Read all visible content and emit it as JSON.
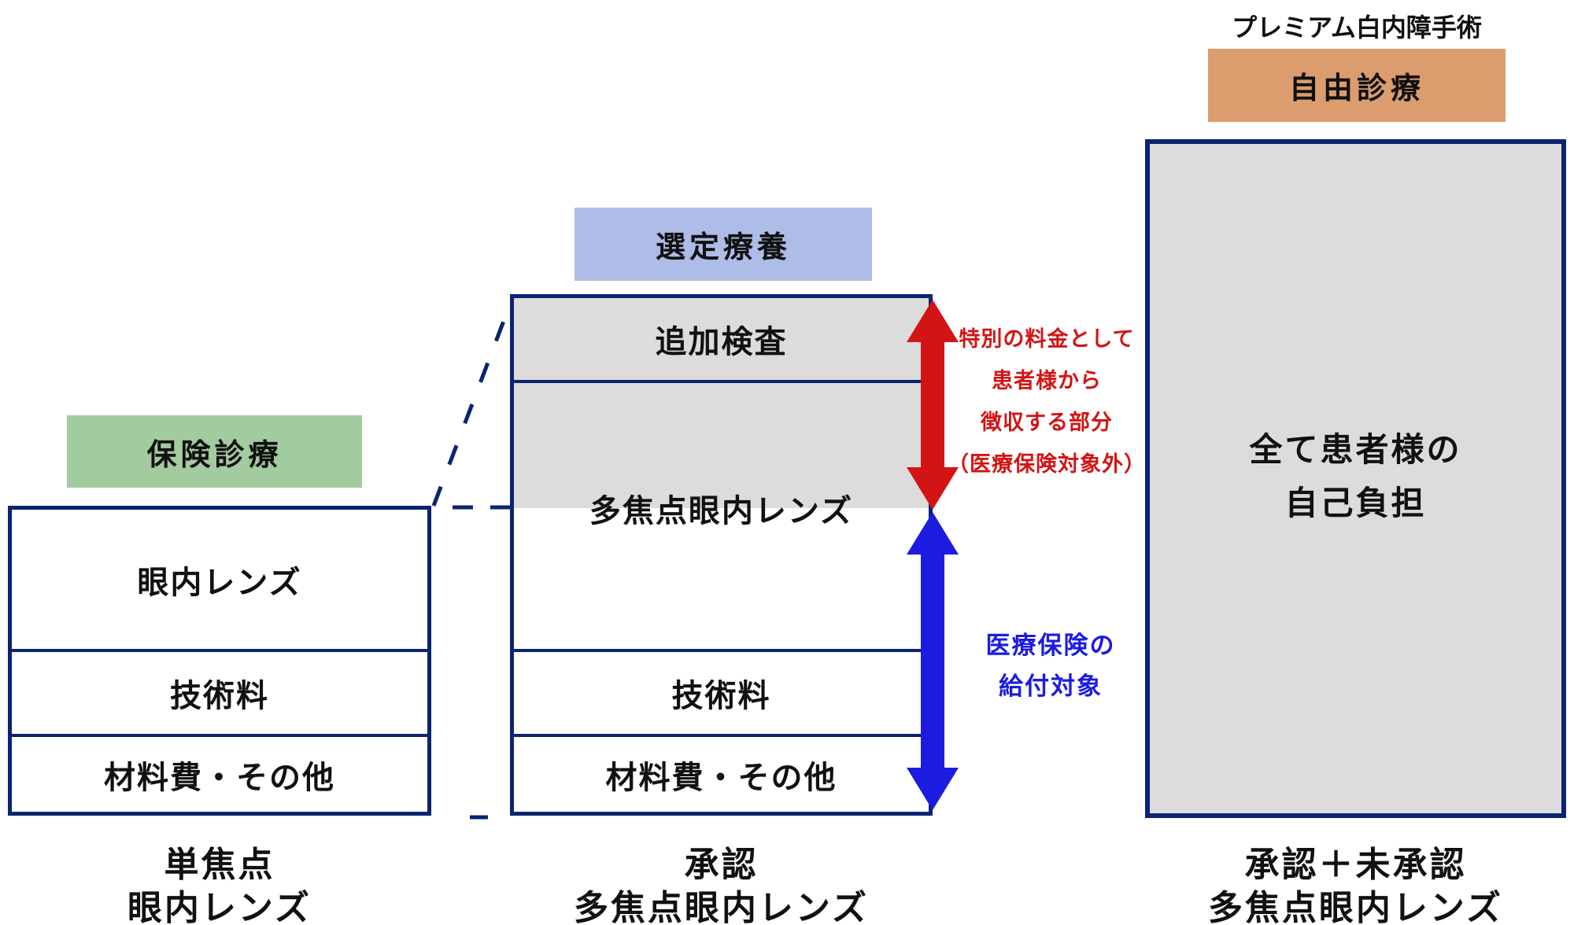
{
  "colors": {
    "navy_border": "#0a2472",
    "gray_fill": "#dcdcdc",
    "orange_fill": "#db9d6e",
    "periwinkle_fill": "#aebce8",
    "green_fill": "#a2cba0",
    "red_accent": "#d31414",
    "blue_accent": "#1c1ce0"
  },
  "header": {
    "premium_caption": "プレミアム白内障手術",
    "free_care_label": "自由診療",
    "selected_care_label": "選定療養",
    "insurance_care_label": "保険診療"
  },
  "left_box": {
    "rows": [
      "眼内レンズ",
      "技術料",
      "材料費・その他"
    ],
    "caption": [
      "単焦点",
      "眼内レンズ"
    ]
  },
  "middle_box": {
    "rows": [
      "追加検査",
      "多焦点眼内レンズ",
      "技術料",
      "材料費・その他"
    ],
    "caption": [
      "承認",
      "多焦点眼内レンズ"
    ]
  },
  "right_box": {
    "text": [
      "全て患者様の",
      "自己負担"
    ],
    "caption": [
      "承認＋未承認",
      "多焦点眼内レンズ"
    ]
  },
  "red_note": [
    "特別の料金として",
    "患者様から",
    "徴収する部分",
    "（医療保険対象外）"
  ],
  "blue_note": [
    "医療保険の",
    "給付対象"
  ]
}
